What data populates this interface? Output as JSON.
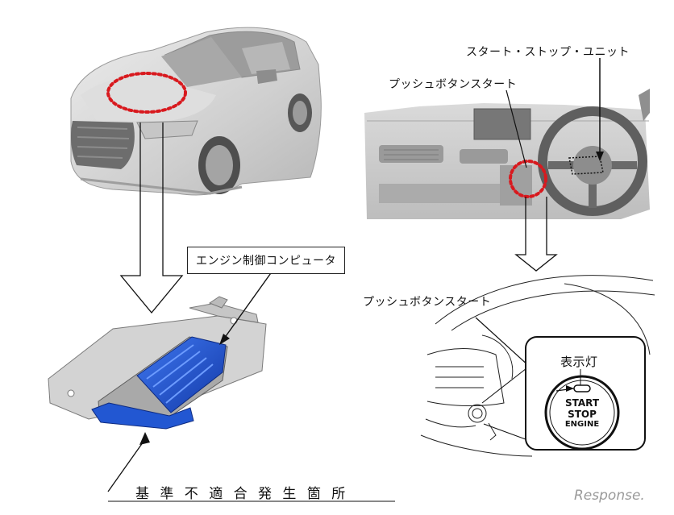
{
  "labels": {
    "start_stop_unit": "スタート・ストップ・ユニット",
    "push_button_start_top": "プッシュボタンスタート",
    "engine_computer": "エンジン制御コンピュータ",
    "push_button_start_bottom": "プッシュボタンスタート",
    "indicator_lamp": "表示灯",
    "nonconformity_location": "基 準 不 適 合 発 生 箇 所"
  },
  "button": {
    "line1": "START",
    "line2": "STOP",
    "line3": "ENGINE"
  },
  "watermark": "Response.",
  "colors": {
    "highlight_red": "#d8191e",
    "ecu_blue": "#1c55d6"
  }
}
